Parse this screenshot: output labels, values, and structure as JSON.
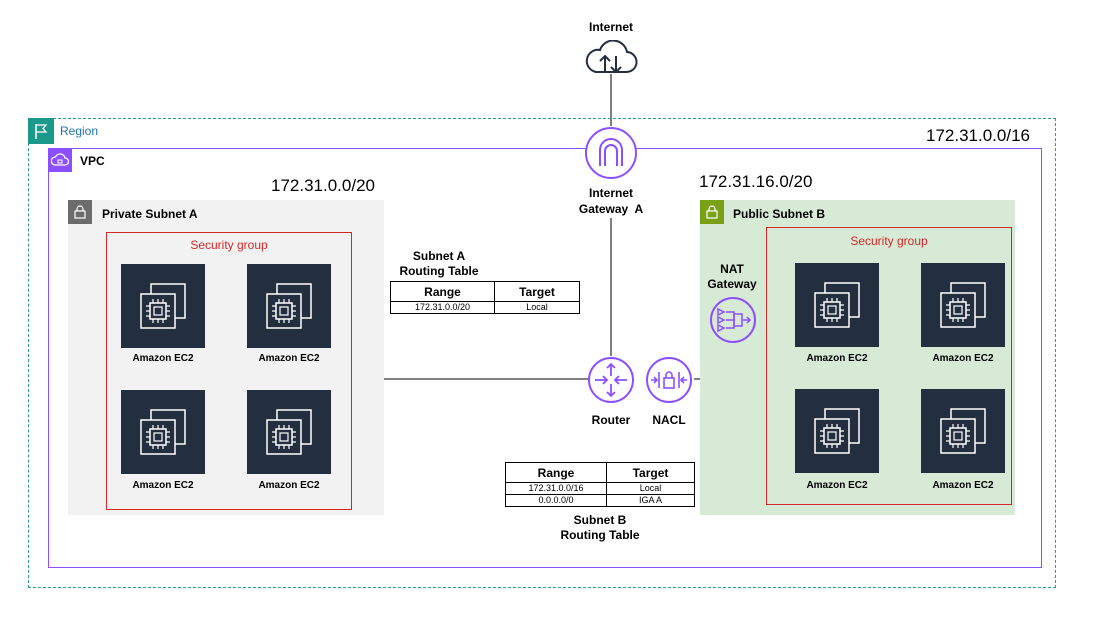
{
  "internet": {
    "label": "Internet"
  },
  "region": {
    "label": "Region",
    "cidr": "172.31.0.0/16"
  },
  "vpc": {
    "label": "VPC"
  },
  "internet_gateway": {
    "label_line1": "Internet",
    "label_line2": "Gateway  A"
  },
  "private_subnet": {
    "title": "Private Subnet A",
    "cidr": "172.31.0.0/20",
    "security_group": "Security group",
    "instances": [
      "Amazon EC2",
      "Amazon EC2",
      "Amazon EC2",
      "Amazon EC2"
    ]
  },
  "public_subnet": {
    "title": "Public Subnet B",
    "cidr": "172.31.16.0/20",
    "security_group": "Security group",
    "instances": [
      "Amazon EC2",
      "Amazon EC2",
      "Amazon EC2",
      "Amazon EC2"
    ]
  },
  "nat_gateway": {
    "label_line1": "NAT",
    "label_line2": "Gateway"
  },
  "router": {
    "label": "Router"
  },
  "nacl": {
    "label": "NACL"
  },
  "routing_table_a": {
    "title_line1": "Subnet A",
    "title_line2": "Routing Table",
    "headers": [
      "Range",
      "Target"
    ],
    "rows": [
      [
        "172.31.0.0/20",
        "Local"
      ]
    ]
  },
  "routing_table_b": {
    "title_line1": "Subnet B",
    "title_line2": "Routing Table",
    "headers": [
      "Range",
      "Target"
    ],
    "rows": [
      [
        "172.31.0.0/16",
        "Local"
      ],
      [
        "0.0.0.0/0",
        "IGA A"
      ]
    ]
  },
  "colors": {
    "region_border": "#2a9d8f",
    "vpc_border": "#8c4fff",
    "security_group": "#d62728",
    "private_subnet_bg": "#f2f2f2",
    "public_subnet_bg": "#d6ead6",
    "ec2_icon_bg": "#232f3e"
  }
}
